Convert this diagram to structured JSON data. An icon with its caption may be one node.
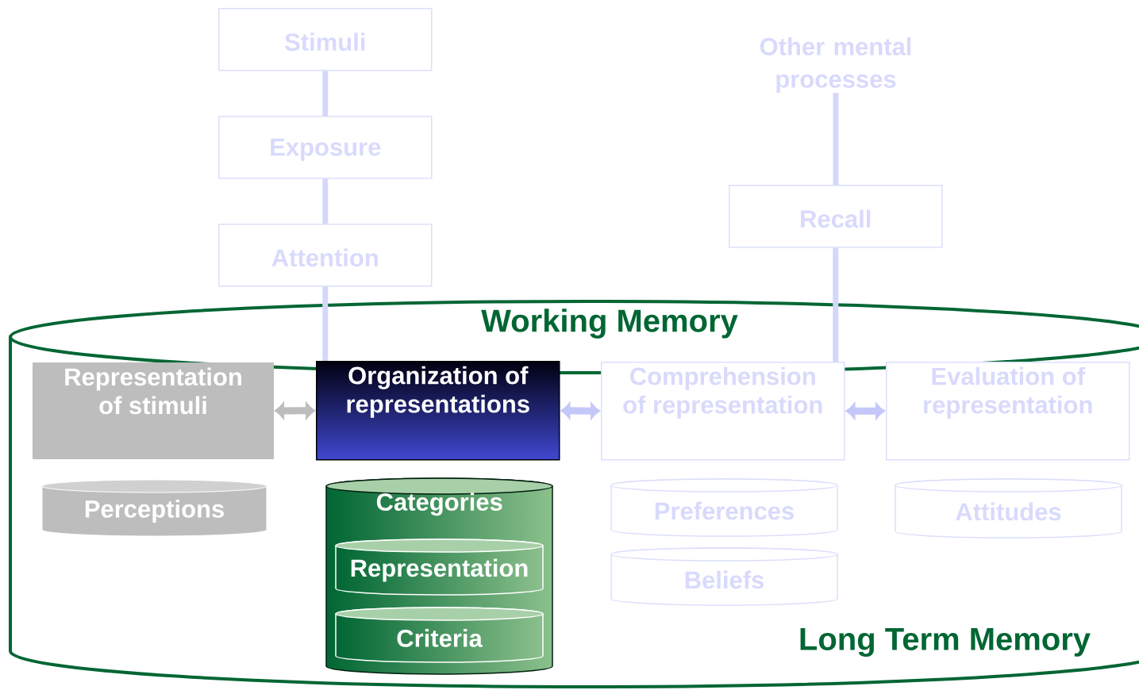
{
  "diagram": {
    "nodes": [
      {
        "text": [
          "Stimuli"
        ]
      },
      {
        "text": [
          "Exposure"
        ]
      },
      {
        "text": [
          "Attention"
        ]
      },
      {
        "text": [
          "Other mental processes"
        ]
      },
      {
        "text": [
          "Recall"
        ]
      },
      {
        "text": [
          "Working Memory",
          "Long Term Memory"
        ]
      },
      {
        "text": [
          "Representation of stimuli"
        ],
        "in": 5
      },
      {
        "text": [
          "Organization of representations"
        ],
        "in": 5
      },
      {
        "text": [
          "Comprehension of representation"
        ],
        "in": 5
      },
      {
        "text": [
          "Evaluation of representation"
        ],
        "in": 5
      },
      {
        "text": [
          "Perceptions"
        ],
        "in": 5
      },
      {
        "text": [
          "Categories"
        ],
        "in": 5
      },
      {
        "text": [
          "Representation"
        ],
        "in": 11
      },
      {
        "text": [
          "Criteria"
        ],
        "in": 11
      },
      {
        "text": [
          "Preferences"
        ],
        "in": 5
      },
      {
        "text": [
          "Beliefs"
        ],
        "in": 5
      },
      {
        "text": [
          "Attitudes"
        ],
        "in": 5
      }
    ],
    "edges": [
      {
        "from": 0,
        "to": 1,
        "arrow": "none",
        "color": "#d4d7fa"
      },
      {
        "from": 1,
        "to": 2,
        "arrow": "none",
        "color": "#d4d7fa"
      },
      {
        "from": 2,
        "to": 7,
        "arrow": "none",
        "color": "#d4d7fa"
      },
      {
        "from": 3,
        "to": 4,
        "arrow": "none",
        "color": "#d4d7fa"
      },
      {
        "from": 4,
        "to": 8,
        "arrow": "none",
        "color": "#d4d7fa"
      },
      {
        "from": 6,
        "to": 7,
        "arrow": "both",
        "color": "#bdbdbd"
      },
      {
        "from": 7,
        "to": 8,
        "arrow": "both",
        "color": "#c4c8f8"
      },
      {
        "from": 8,
        "to": 9,
        "arrow": "both",
        "color": "#c4c8f8"
      }
    ]
  }
}
